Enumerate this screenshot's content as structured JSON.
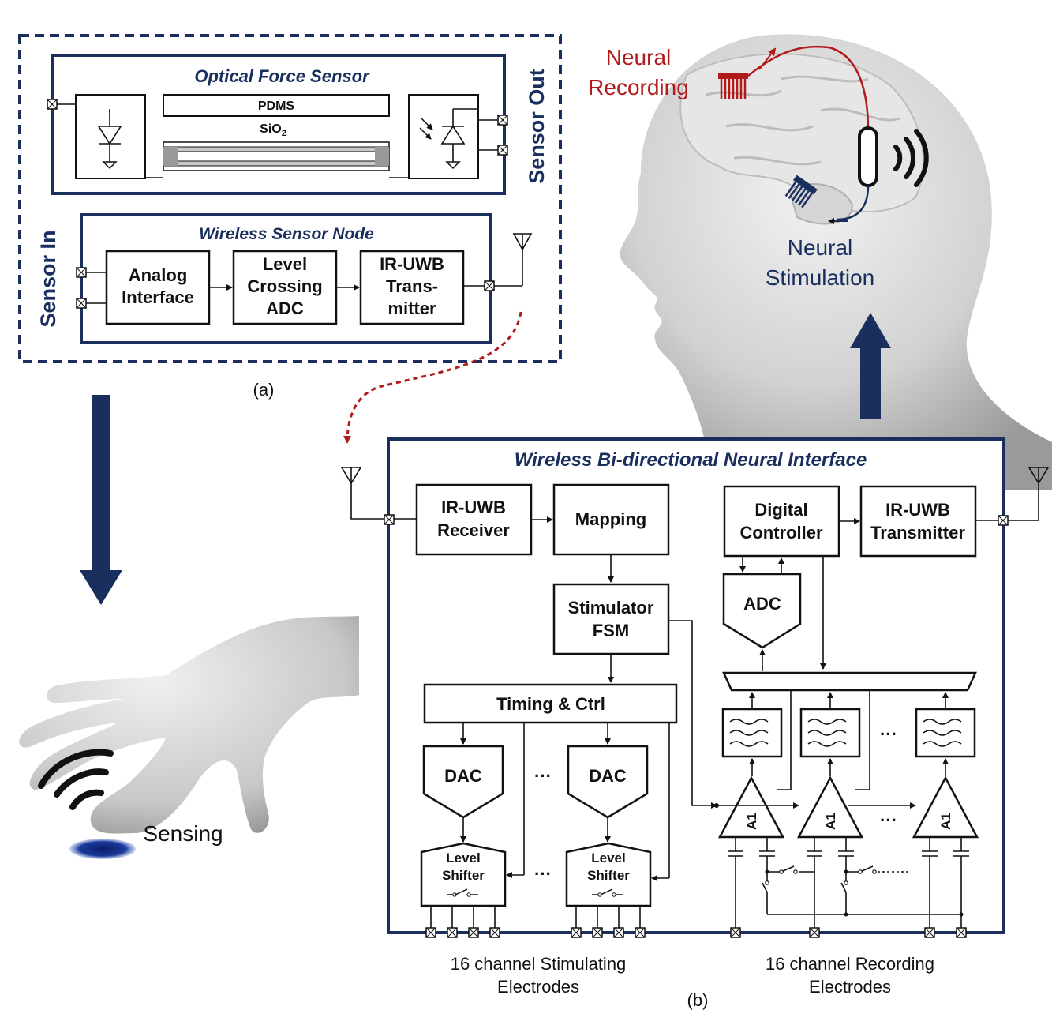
{
  "colors": {
    "navy": "#1a2f5e",
    "red": "#b11a1a",
    "skin": "#cfcfcf"
  },
  "panel_a": {
    "title_optical": "Optical Force Sensor",
    "pdms": "PDMS",
    "sio2": "SiO",
    "sio2_sub": "2",
    "sensor_out": "Sensor Out",
    "sensor_in": "Sensor In",
    "title_node": "Wireless Sensor Node",
    "analog": [
      "Analog",
      "Interface"
    ],
    "adc": [
      "Level",
      "Crossing",
      "ADC"
    ],
    "tx": [
      "IR-UWB",
      "Trans-",
      "mitter"
    ],
    "caption": "(a)"
  },
  "head": {
    "recording": [
      "Neural",
      "Recording"
    ],
    "stimulation": [
      "Neural",
      "Stimulation"
    ]
  },
  "hand": {
    "sensing": "Sensing"
  },
  "panel_b": {
    "title": "Wireless Bi-directional Neural Interface",
    "rx": [
      "IR-UWB",
      "Receiver"
    ],
    "mapping": "Mapping",
    "fsm": [
      "Stimulator",
      "FSM"
    ],
    "timing": "Timing & Ctrl",
    "dac": "DAC",
    "shifter": [
      "Level",
      "Shifter"
    ],
    "digital": [
      "Digital",
      "Controller"
    ],
    "tx": [
      "IR-UWB",
      "Transmitter"
    ],
    "adc": "ADC",
    "amp": "A1",
    "ellipsis": "···",
    "stim_caption": [
      "16 channel Stimulating",
      "Electrodes"
    ],
    "rec_caption": [
      "16 channel Recording",
      "Electrodes"
    ],
    "caption": "(b)"
  }
}
